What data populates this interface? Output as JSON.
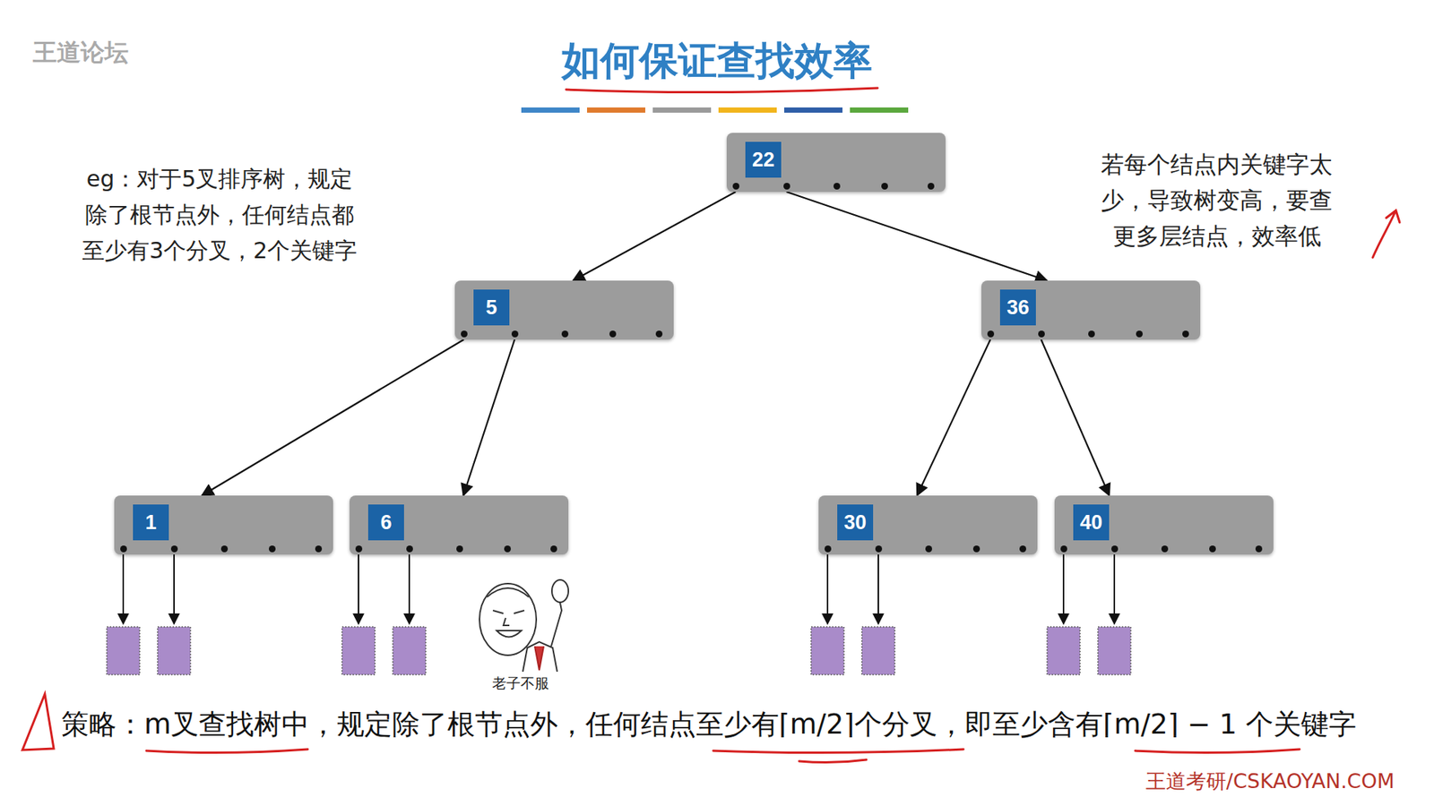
{
  "diagram": {
    "title": "如何保证查找效率",
    "nodes": [
      {
        "text": [
          "22"
        ]
      },
      {
        "text": [
          "5"
        ]
      },
      {
        "text": [
          "36"
        ]
      },
      {
        "text": [
          "1"
        ]
      },
      {
        "text": [
          "6"
        ]
      },
      {
        "text": [
          "30"
        ]
      },
      {
        "text": [
          "40"
        ]
      }
    ],
    "edges": [
      {
        "from": 0,
        "to": 1,
        "arrow": "to"
      },
      {
        "from": 0,
        "to": 2,
        "arrow": "to"
      },
      {
        "from": 1,
        "to": 3,
        "arrow": "to"
      },
      {
        "from": 1,
        "to": 4,
        "arrow": "to"
      },
      {
        "from": 2,
        "to": 5,
        "arrow": "to"
      },
      {
        "from": 2,
        "to": 6,
        "arrow": "to"
      }
    ],
    "labels": [
      "eg：对于5叉排序树，规定除了根节点外，任何结点都至少有3个分叉，2个关键字",
      "若每个结点内关键字太少，导致树变高，要查更多层结点，效率低",
      "老子不服",
      "策略：m叉查找树中，规定除了根节点外，任何结点至少有⌈m/2⌉个分叉，即至少含有⌈m/2⌉ − 1 个关键字",
      "王道考研/CSKAOYAN.COM",
      "王道论坛"
    ]
  }
}
